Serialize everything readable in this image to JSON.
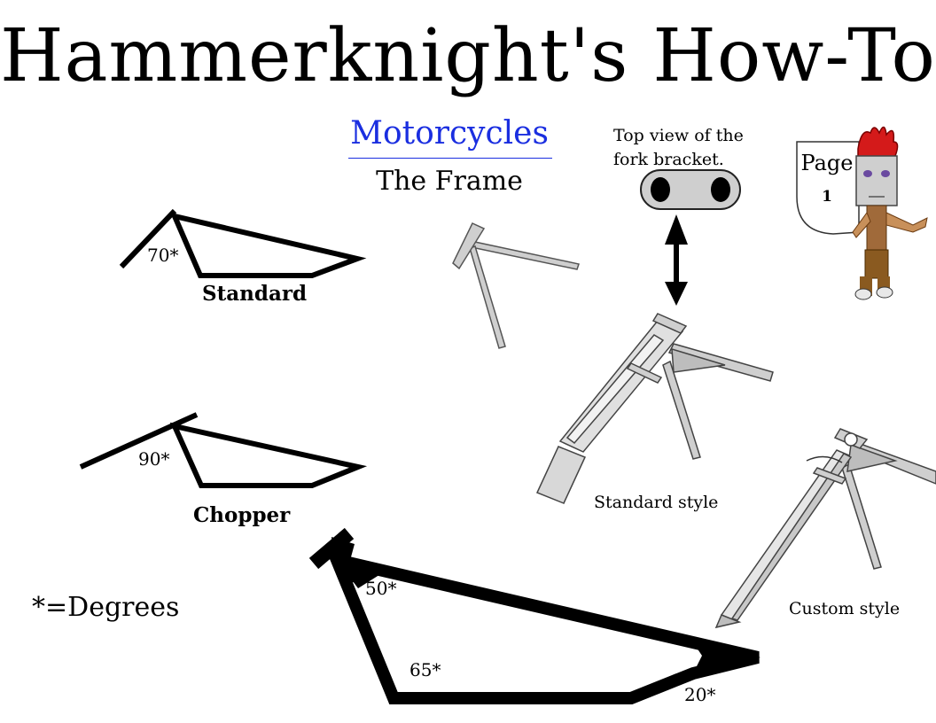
{
  "title": "Hammerknight's How-To",
  "subject": "Motorcycles",
  "section": "The Frame",
  "fork_caption_line1": "Top view of the",
  "fork_caption_line2": "fork bracket.",
  "page_label": "Page",
  "page_number": "1",
  "frames": {
    "standard": {
      "label": "Standard",
      "angle": "70*"
    },
    "chopper": {
      "label": "Chopper",
      "angle": "90*"
    },
    "detail": {
      "angle_top": "50*",
      "angle_bottom": "65*",
      "angle_rear": "20*"
    }
  },
  "fork_styles": {
    "standard_label": "Standard style",
    "custom_label": "Custom style"
  },
  "legend": "*=Degrees"
}
